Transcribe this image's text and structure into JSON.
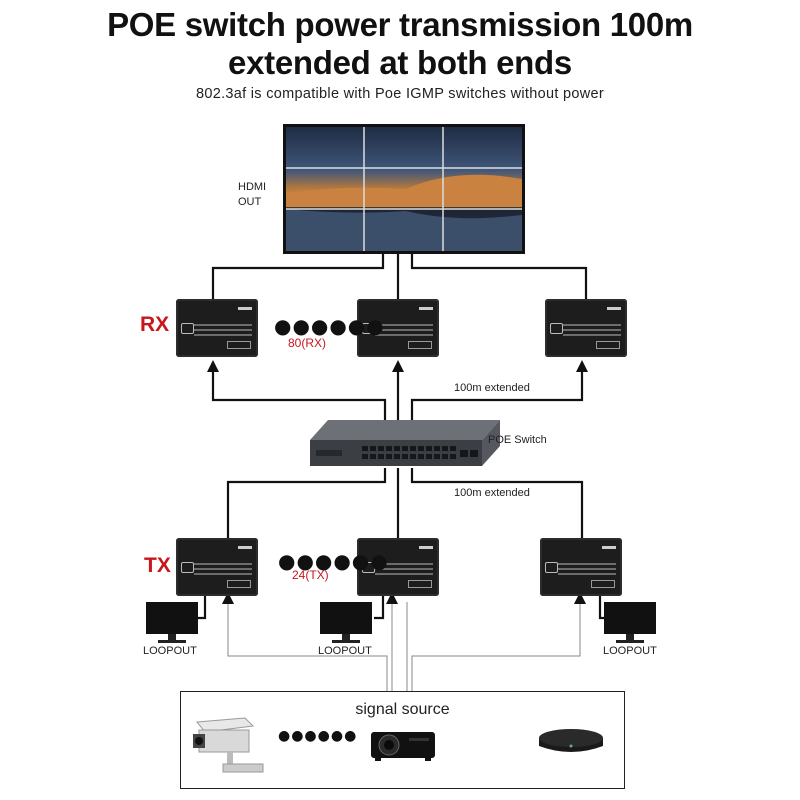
{
  "title_line1": "POE switch power transmission 100m",
  "title_line2": "extended at both ends",
  "subtitle": "802.3af is compatible with Poe IGMP switches without power",
  "hdmi_out_label": "HDMI\nOUT",
  "rx_label": "RX",
  "rx_count_label": "80(RX)",
  "tx_label": "TX",
  "tx_count_label": "24(TX)",
  "rx_extended_label": "100m extended",
  "switch_label": "POE Switch",
  "tx_extended_label": "100m extended",
  "loopout_label": "LOOPOUT",
  "signal_source_label": "signal source",
  "colors": {
    "accent_red": "#c8161d",
    "device": "#1d1d1d",
    "line": "#111111"
  },
  "icons": [
    "video-wall-icon",
    "receiver-icon",
    "transmitter-icon",
    "poe-switch-icon",
    "monitor-icon",
    "cctv-camera-icon",
    "projector-icon",
    "tv-box-icon",
    "arrow-up-icon",
    "ellipsis-dots-icon"
  ]
}
